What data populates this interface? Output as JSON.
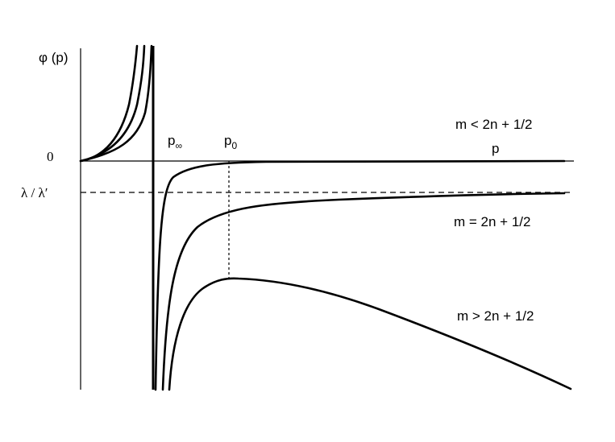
{
  "labels": {
    "y_axis": "φ (p)",
    "zero": "0",
    "ratio": "λ / λ′",
    "p_infinity_base": "p",
    "p_infinity_sub": "∞",
    "p_zero_base": "p",
    "p_zero_sub": "0",
    "x_axis": "p",
    "case_less": "m < 2n + 1/2",
    "case_equal": "m = 2n + 1/2",
    "case_greater": "m > 2n + 1/2"
  },
  "colors": {
    "ink": "#000000",
    "background": "#ffffff"
  }
}
